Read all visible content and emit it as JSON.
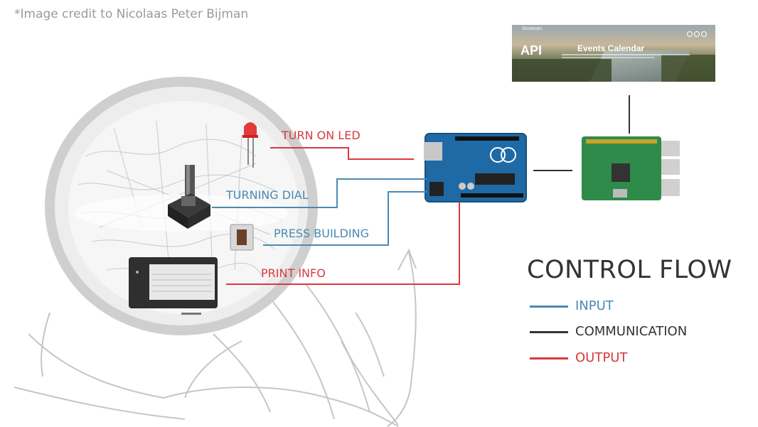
{
  "credit": "*Image credit to Nicolaas Peter Bijman",
  "api_banner": {
    "title": "API",
    "subtitle": "Events Calendar",
    "brand": "Stockholm"
  },
  "labels": {
    "turn_on_led": "TURN ON LED",
    "turning_dial": "TURNING DIAL",
    "press_building": "PRESS BUILDING",
    "print_info": "PRINT INFO"
  },
  "legend": {
    "title": "CONTROL FLOW",
    "items": [
      {
        "label": "INPUT",
        "color": "#4a8ab2"
      },
      {
        "label": "COMMUNICATION",
        "color": "#333333"
      },
      {
        "label": "OUTPUT",
        "color": "#d8393c"
      }
    ]
  },
  "colors": {
    "input": "#4a8ab2",
    "communication": "#333333",
    "output": "#d8393c"
  }
}
